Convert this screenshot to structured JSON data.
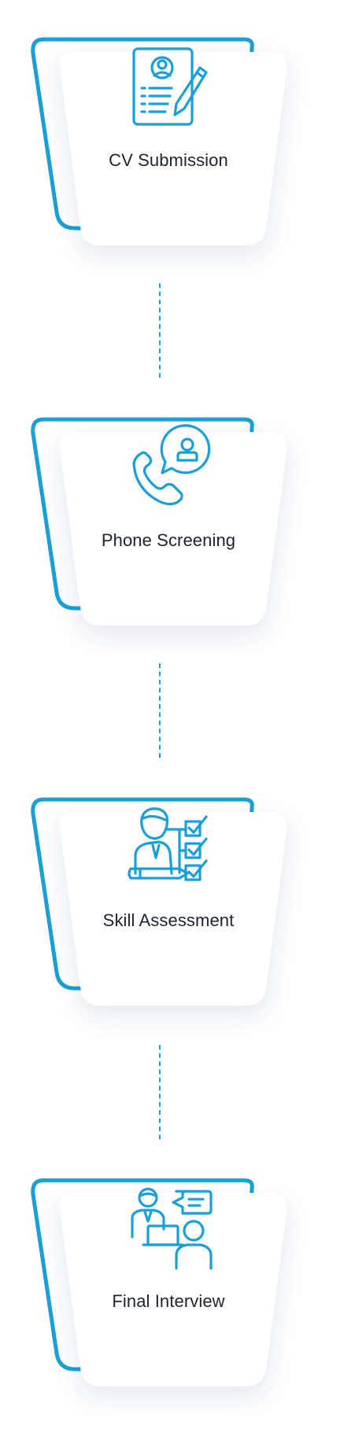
{
  "colors": {
    "accent": "#1a9fd8",
    "card": "#ffffff",
    "text": "#1d2330",
    "connector": "#1aa3d9"
  },
  "steps": [
    {
      "label": "CV Submission",
      "icon": "resume-pencil-icon"
    },
    {
      "label": "Phone Screening",
      "icon": "phone-call-person-icon"
    },
    {
      "label": "Skill Assessment",
      "icon": "checklist-person-icon"
    },
    {
      "label": "Final Interview",
      "icon": "interview-chat-icon"
    }
  ]
}
